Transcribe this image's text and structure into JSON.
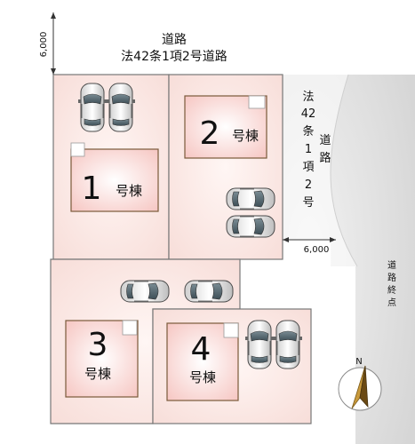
{
  "road_north": {
    "line1": "道路",
    "line2": "法42条1項2号道路",
    "width_label": "6,000"
  },
  "road_east": {
    "chars": [
      "法",
      "42",
      "条",
      "1",
      "項",
      "2",
      "号"
    ],
    "chars_right": [
      "道",
      "路"
    ],
    "width_label": "6,000"
  },
  "road_end": {
    "chars": [
      "道",
      "路",
      "終",
      "点"
    ]
  },
  "lots": [
    {
      "number": "1",
      "suffix": "号棟"
    },
    {
      "number": "2",
      "suffix": "号棟"
    },
    {
      "number": "3",
      "suffix": "号棟"
    },
    {
      "number": "4",
      "suffix": "号棟"
    }
  ],
  "compass": {
    "north_label": "N"
  },
  "colors": {
    "lot_fill": "#fbe9e6",
    "house_fill": "#f8d0cc",
    "road_gray": "#e3e3e3",
    "line": "#666666"
  }
}
